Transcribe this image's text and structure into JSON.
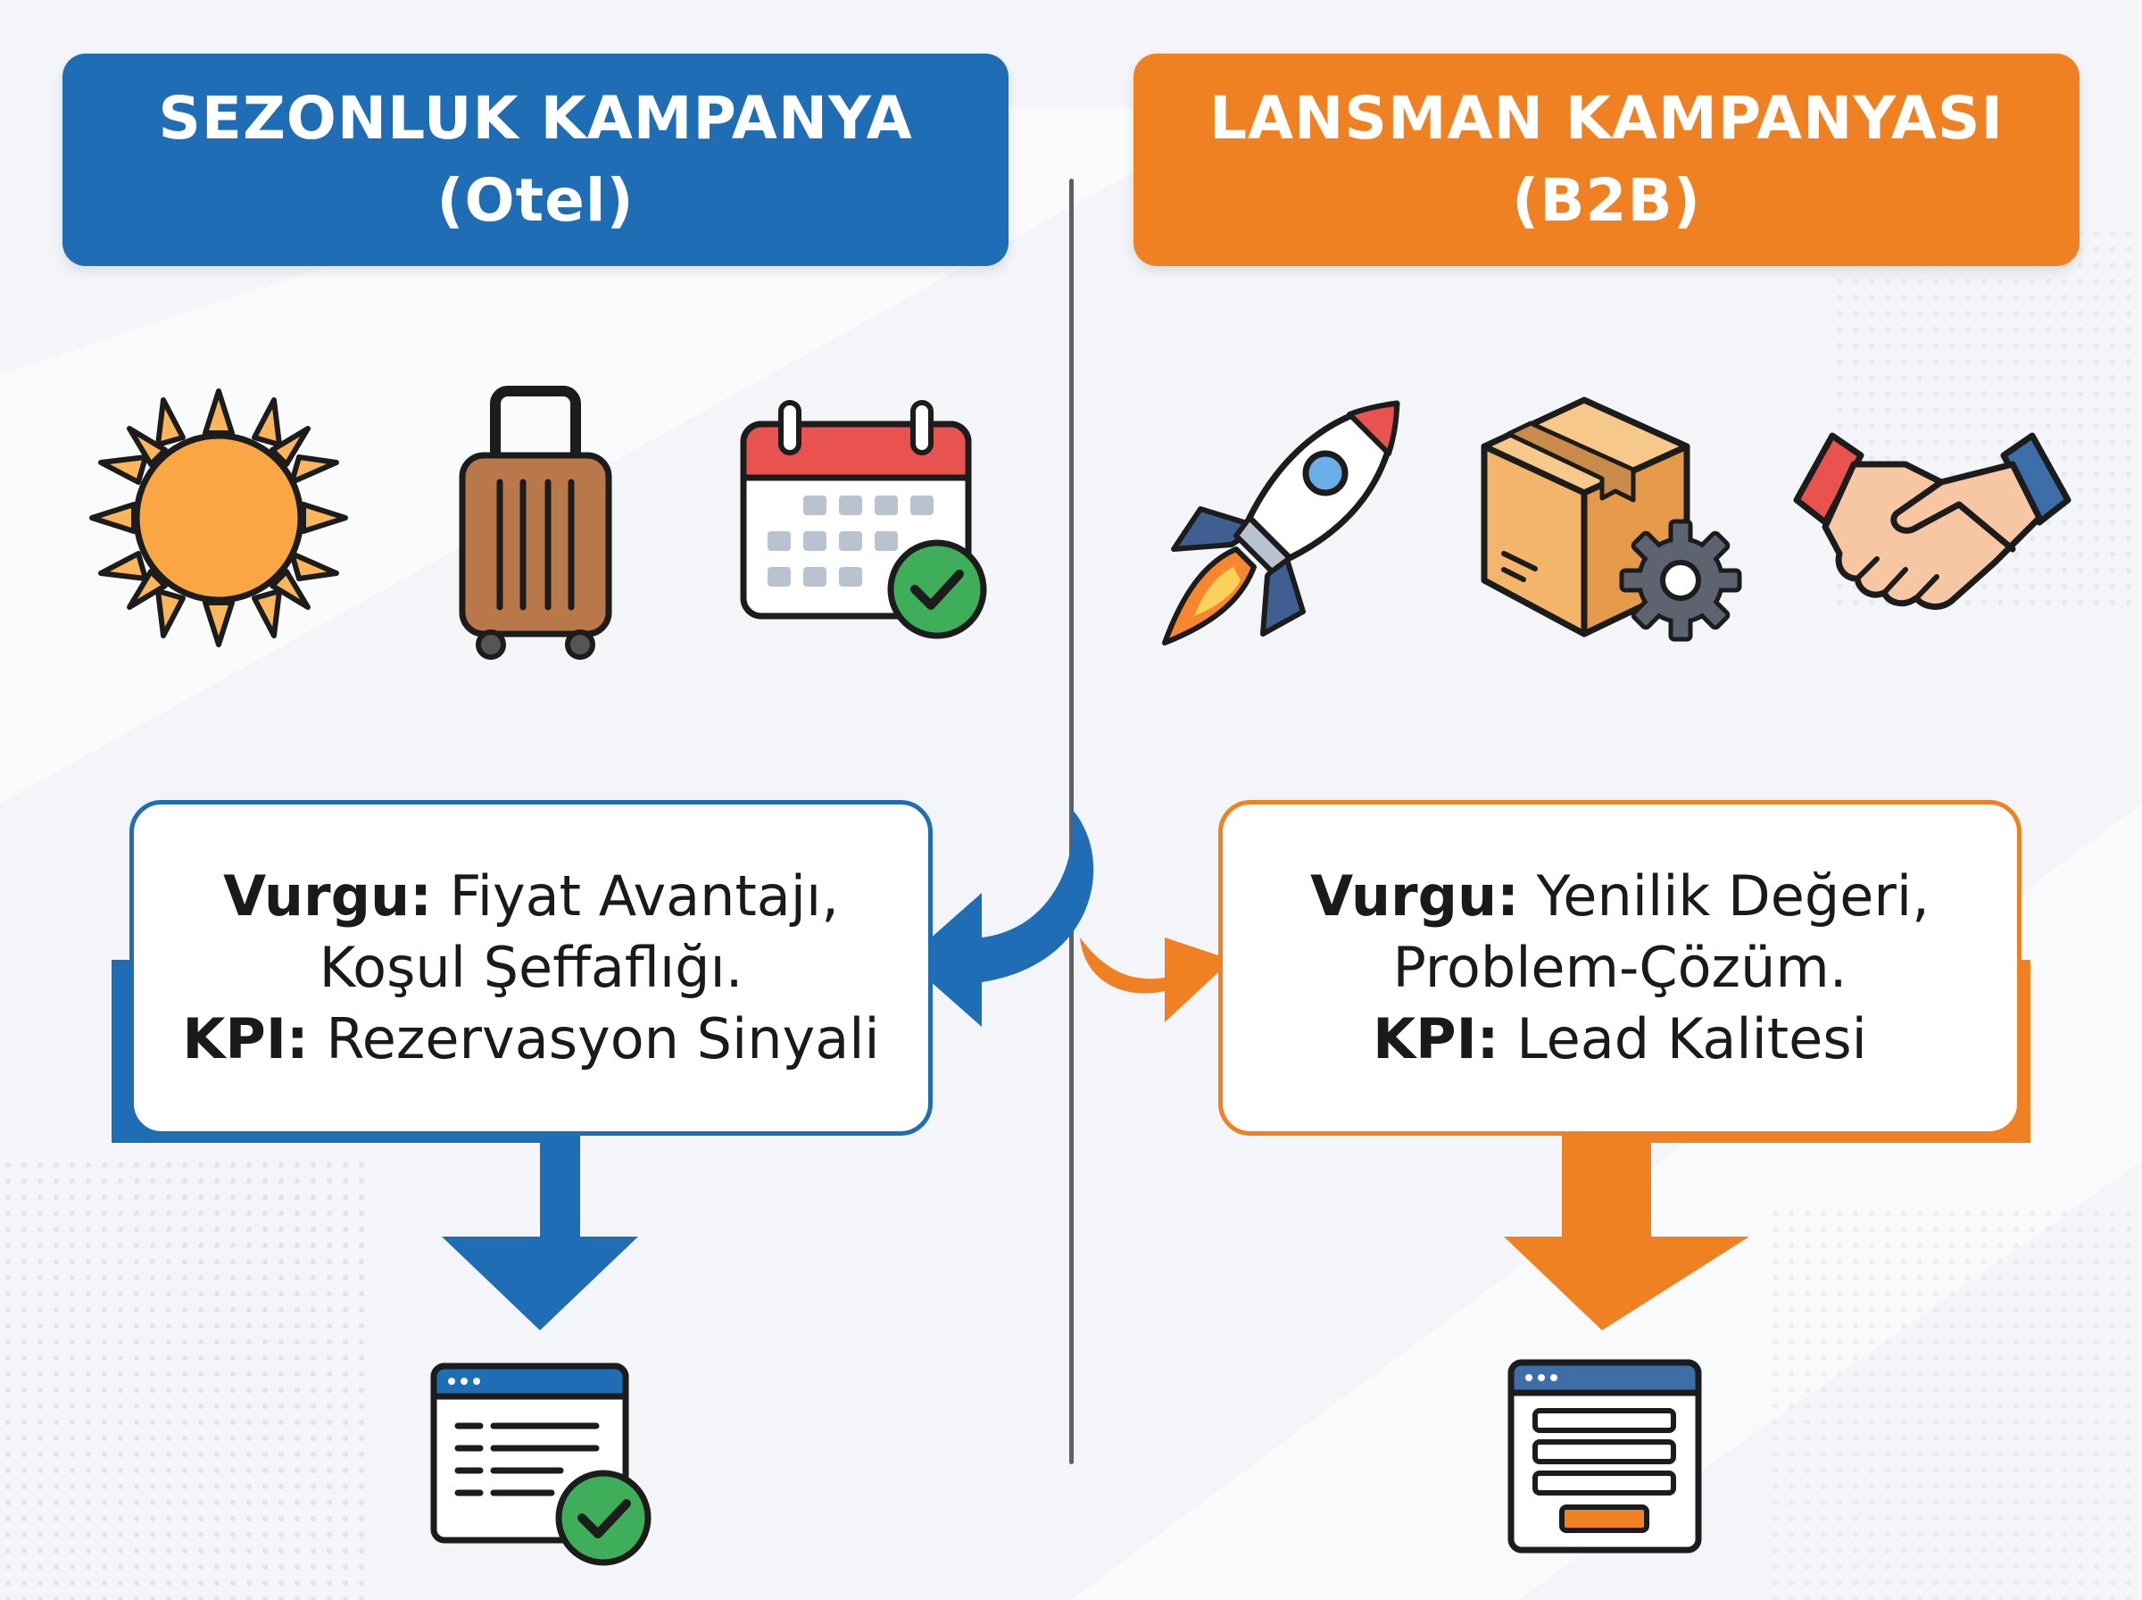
{
  "left": {
    "title_line1": "SEZONLUK KAMPANYA",
    "title_line2": "(Otel)",
    "focus_label": "Vurgu:",
    "focus_text_1": "Fiyat Avantajı,",
    "focus_text_2": "Koşul Şeffaflığı.",
    "kpi_label": "KPI:",
    "kpi_text": "Rezervasyon Sinyali",
    "icons": [
      "sun-icon",
      "suitcase-icon",
      "calendar-check-icon",
      "webpage-check-icon"
    ],
    "color": "#1f6db5"
  },
  "right": {
    "title_line1": "LANSMAN KAMPANYASI",
    "title_line2": "(B2B)",
    "focus_label": "Vurgu:",
    "focus_text_1": "Yenilik Değeri,",
    "focus_text_2": "Problem-Çözüm.",
    "kpi_label": "KPI:",
    "kpi_text": "Lead Kalitesi",
    "icons": [
      "rocket-icon",
      "box-gear-icon",
      "handshake-icon",
      "form-page-icon"
    ],
    "color": "#ef8122"
  }
}
